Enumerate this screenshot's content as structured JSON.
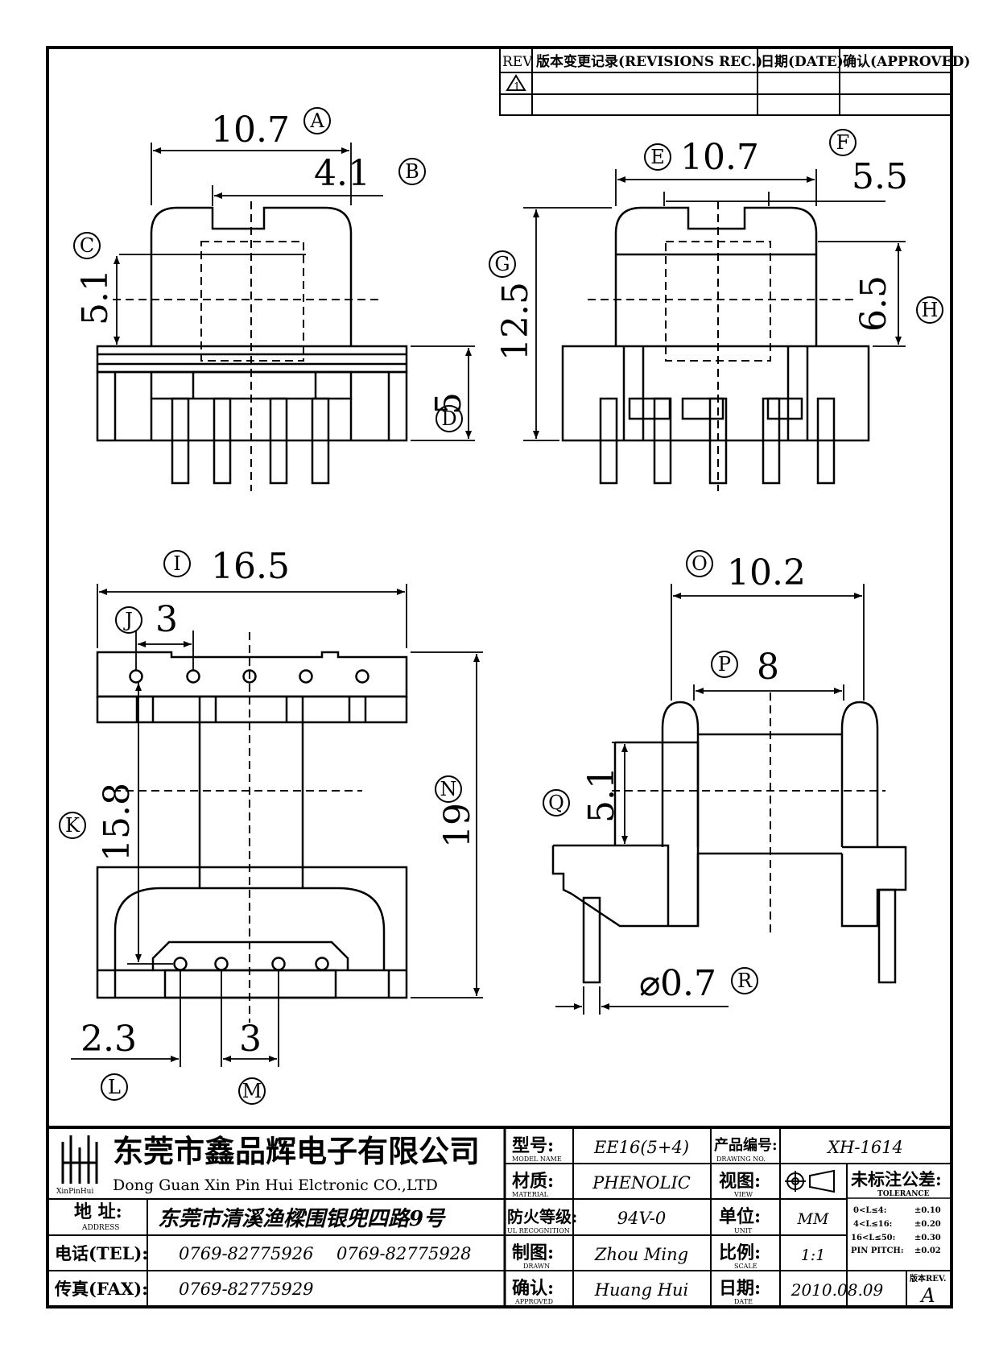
{
  "revisions": {
    "rev_label": "REV.",
    "record_label": "版本变更记录(REVISIONS REC.)",
    "date_label": "日期(DATE)",
    "approved_label": "确认(APPROVED)",
    "rev_mark": "1"
  },
  "dims": {
    "A": {
      "value": "10.7",
      "letter": "A"
    },
    "B": {
      "value": "4.1",
      "letter": "B"
    },
    "C": {
      "value": "5.1",
      "letter": "C"
    },
    "D": {
      "value": "5",
      "letter": "D"
    },
    "E": {
      "value": "10.7",
      "letter": "E"
    },
    "F": {
      "value": "5.5",
      "letter": "F"
    },
    "G": {
      "value": "12.5",
      "letter": "G"
    },
    "H": {
      "value": "6.5",
      "letter": "H"
    },
    "I": {
      "value": "16.5",
      "letter": "I"
    },
    "J": {
      "value": "3",
      "letter": "J"
    },
    "K": {
      "value": "15.8",
      "letter": "K"
    },
    "L": {
      "value": "2.3",
      "letter": "L"
    },
    "M": {
      "value": "3",
      "letter": "M"
    },
    "N": {
      "value": "19",
      "letter": "N"
    },
    "O": {
      "value": "10.2",
      "letter": "O"
    },
    "P": {
      "value": "8",
      "letter": "P"
    },
    "Q": {
      "value": "5.1",
      "letter": "Q"
    },
    "R": {
      "value": "0.7",
      "letter": "R"
    }
  },
  "title_block": {
    "logo_text": "XinPinHui",
    "company_cn": "东莞市鑫品辉电子有限公司",
    "company_en": "Dong Guan Xin Pin Hui Elctronic CO.,LTD",
    "address_label": "地 址:",
    "address_label_en": "ADDRESS",
    "address": "东莞市清溪渔樑围银兜四路9号",
    "tel_label": "电话(TEL):",
    "tel1": "0769-82775926",
    "tel2": "0769-82775928",
    "fax_label": "传真(FAX):",
    "fax": "0769-82775929",
    "model_label": "型号:",
    "model_label_en": "MODEL NAME",
    "model": "EE16(5+4)",
    "material_label": "材质:",
    "material_label_en": "MATERIAL",
    "material": "PHENOLIC",
    "ul_label": "防火等级:",
    "ul_label_en": "UL RECOGNITION",
    "ul": "94V-0",
    "drawn_label": "制图:",
    "drawn_label_en": "DRAWN",
    "drawn": "Zhou Ming",
    "approved_label": "确认:",
    "approved_label_en": "APPROVED",
    "approved": "Huang Hui",
    "drawing_no_label": "产品编号:",
    "drawing_no_label_en": "DRAWING NO.",
    "drawing_no": "XH-1614",
    "view_label": "视图:",
    "view_label_en": "VIEW",
    "unit_label": "单位:",
    "unit_label_en": "UNIT",
    "unit": "MM",
    "scale_label": "比例:",
    "scale_label_en": "SCALE",
    "scale": "1:1",
    "date_label": "日期:",
    "date_label_en": "DATE",
    "date": "2010.08.09",
    "tolerance_label": "未标注公差:",
    "tolerance_label_en": "TOLERANCE",
    "tol1_range": "0<L≤4:",
    "tol1_value": "±0.10",
    "tol2_range": "4<L≤16:",
    "tol2_value": "±0.20",
    "tol3_range": "16<L≤50:",
    "tol3_value": "±0.30",
    "tol4_range": "PIN PITCH:",
    "tol4_value": "±0.02",
    "rev_label": "版本REV.",
    "rev": "A"
  }
}
